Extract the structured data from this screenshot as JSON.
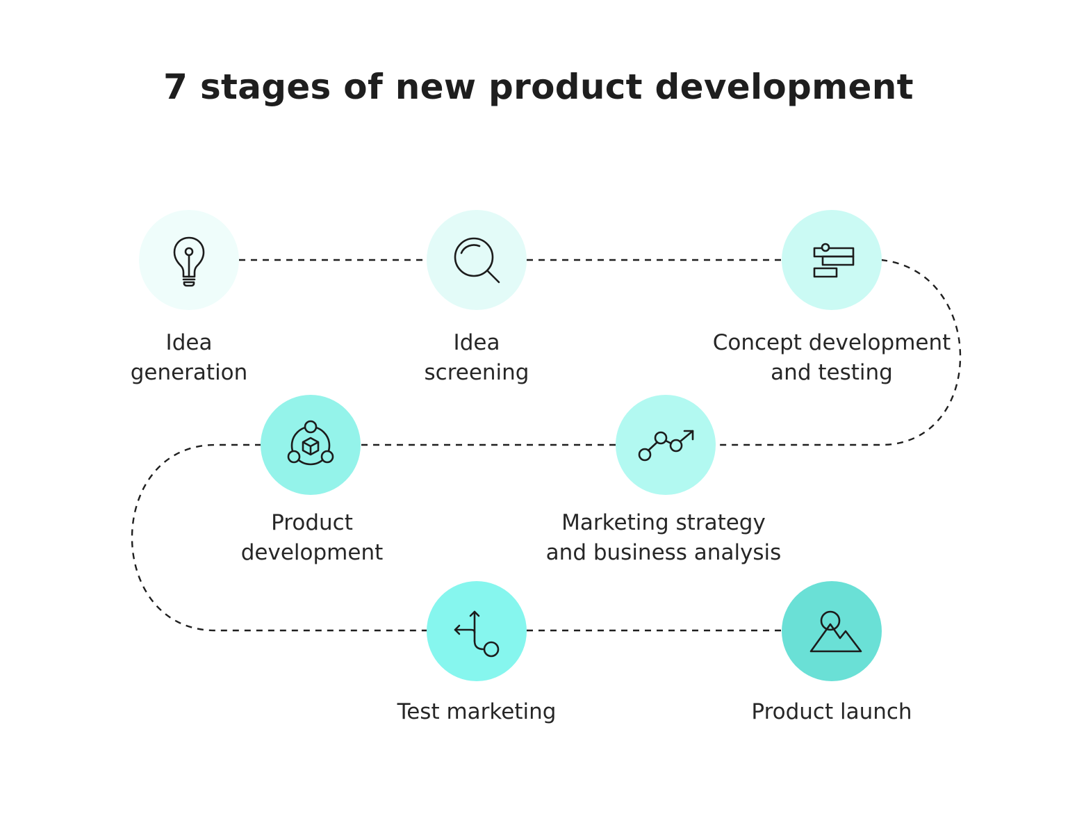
{
  "title": "7 stages of new product development",
  "stages": [
    {
      "id": 1,
      "icon": "lightbulb-icon",
      "label_line1": "Idea",
      "label_line2": "generation",
      "fill": "#effdfb"
    },
    {
      "id": 2,
      "icon": "magnifier-icon",
      "label_line1": "Idea",
      "label_line2": "screening",
      "fill": "#e3fbf8"
    },
    {
      "id": 3,
      "icon": "gantt-icon",
      "label_line1": "Concept development",
      "label_line2": "and testing",
      "fill": "#cbfaf4"
    },
    {
      "id": 4,
      "icon": "trend-arrow-icon",
      "label_line1": "Marketing strategy",
      "label_line2": "and business analysis",
      "fill": "#b2f9f1"
    },
    {
      "id": 5,
      "icon": "cube-network-icon",
      "label_line1": "Product",
      "label_line2": "development",
      "fill": "#94f3ea"
    },
    {
      "id": 6,
      "icon": "split-arrow-icon",
      "label_line1": "Test marketing",
      "label_line2": "",
      "fill": "#86f6ee"
    },
    {
      "id": 7,
      "icon": "mountain-sun-icon",
      "label_line1": "Product launch",
      "label_line2": "",
      "fill": "#6ae0d6"
    }
  ],
  "colors": {
    "line": "#1f1f1f",
    "icon_stroke": "#1c1c1c"
  }
}
